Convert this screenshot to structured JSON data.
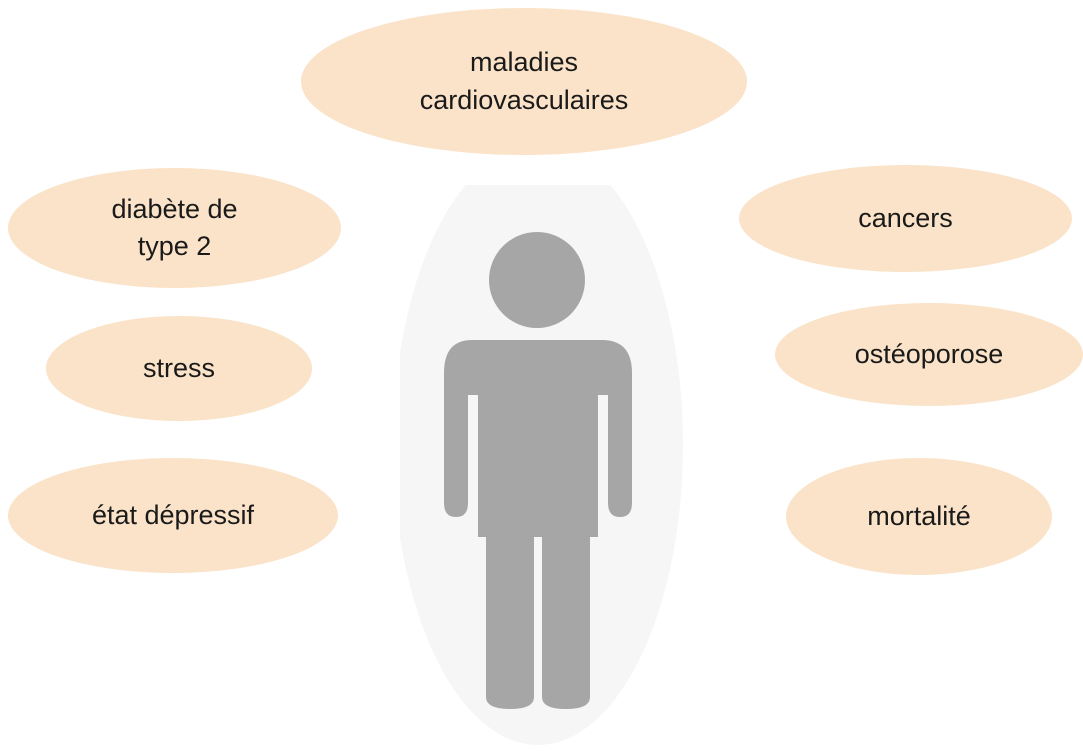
{
  "colors": {
    "ellipse_fill": "#fae3c8",
    "figure_fill": "#a6a6a6",
    "glow": "#f4f4f4",
    "text": "#1a1a1a"
  },
  "figure": {
    "icon": "person-icon"
  },
  "risks": {
    "cardio": "maladies\ncardiovasculaires",
    "diabete": "diabète de\ntype 2",
    "stress": "stress",
    "depression": "état dépressif",
    "cancers": "cancers",
    "osteoporose": "ostéoporose",
    "mortalite": "mortalité"
  }
}
